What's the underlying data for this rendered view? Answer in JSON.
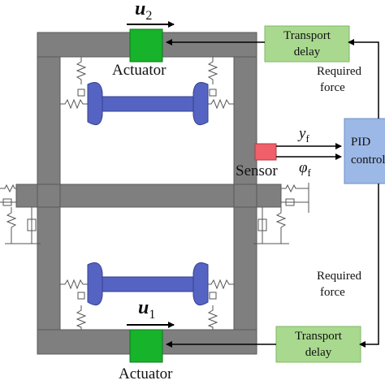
{
  "colors": {
    "frame": "#7f7f7f",
    "frame_edge": "#5a5a5a",
    "actuator": "#17b32a",
    "sensor": "#f0606a",
    "delay_box": "#a9d98f",
    "pid_box": "#9cb8e6",
    "wheelset": "#5564c2",
    "wheelset_edge": "#333f8f",
    "spring": "#555555"
  },
  "labels": {
    "u_top_base": "u",
    "u_top_sub": "2",
    "u_bottom_base": "u",
    "u_bottom_sub": "1",
    "actuator_top": "Actuator",
    "actuator_bottom": "Actuator",
    "sensor": "Sensor",
    "y_base": "y",
    "y_sub": "f",
    "phi_base": "φ",
    "phi_sub": "f",
    "required_force_top_line1": "Required",
    "required_force_top_line2": "force",
    "required_force_bottom_line1": "Required",
    "required_force_bottom_line2": "force",
    "pid_line1": "PID",
    "pid_line2": "controller"
  },
  "transport_delay_top": {
    "line1": "Transport",
    "line2": "delay"
  },
  "transport_delay_bottom": {
    "line1": "Transport",
    "line2": "delay"
  }
}
